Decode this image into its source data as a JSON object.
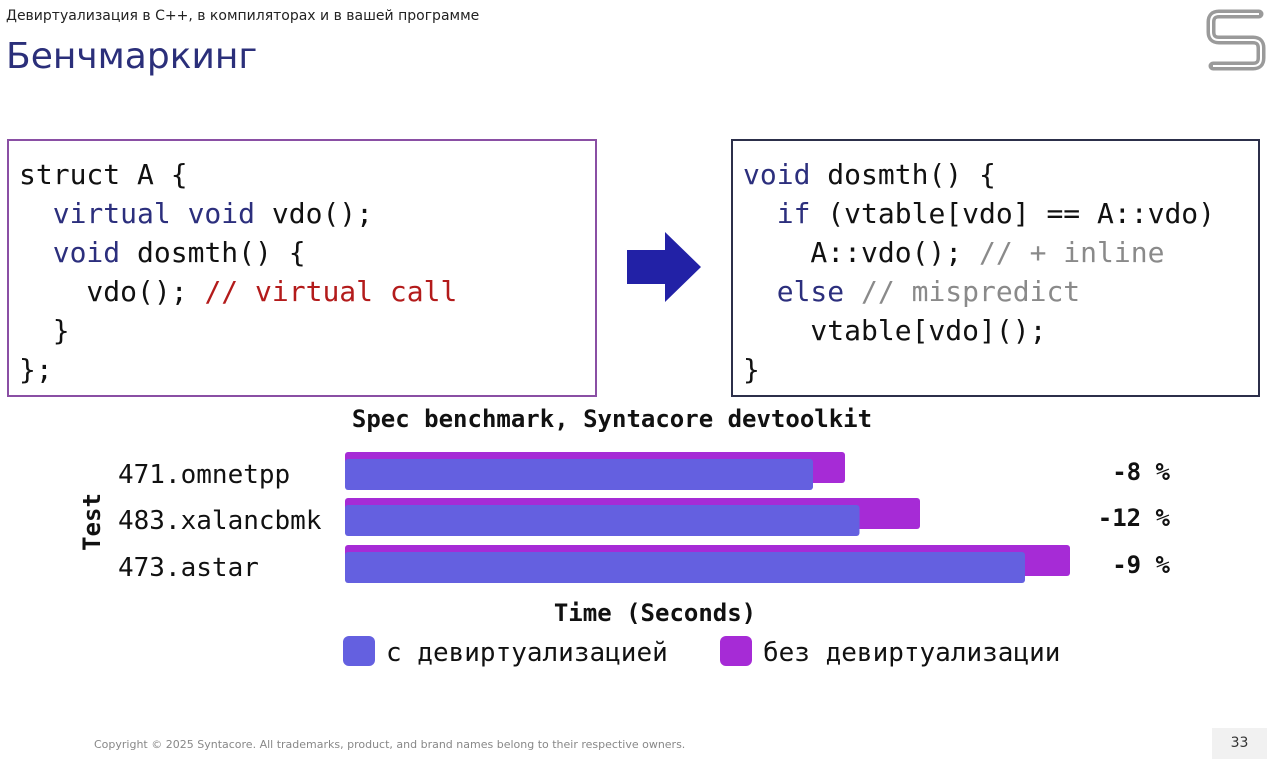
{
  "header": {
    "subtitle": "Девиртуализация в C++, в компиляторах и в вашей программе",
    "title": "Бенчмаркинг"
  },
  "code_left": [
    [
      {
        "t": "struct A {",
        "c": "plain"
      }
    ],
    [
      {
        "t": "  ",
        "c": "plain"
      },
      {
        "t": "virtual void",
        "c": "kw"
      },
      {
        "t": " vdo();",
        "c": "plain"
      }
    ],
    [
      {
        "t": "  ",
        "c": "plain"
      },
      {
        "t": "void",
        "c": "kw"
      },
      {
        "t": " dosmth() {",
        "c": "plain"
      }
    ],
    [
      {
        "t": "    vdo(); ",
        "c": "plain"
      },
      {
        "t": "// virtual call",
        "c": "cm-red"
      }
    ],
    [
      {
        "t": "  }",
        "c": "plain"
      }
    ],
    [
      {
        "t": "};",
        "c": "plain"
      }
    ]
  ],
  "code_right": [
    [
      {
        "t": "void",
        "c": "kw"
      },
      {
        "t": " dosmth() {",
        "c": "plain"
      }
    ],
    [
      {
        "t": "  ",
        "c": "plain"
      },
      {
        "t": "if",
        "c": "kw"
      },
      {
        "t": " (vtable[vdo] == A::vdo)",
        "c": "plain"
      }
    ],
    [
      {
        "t": "    A::vdo(); ",
        "c": "plain"
      },
      {
        "t": "// + inline",
        "c": "cm-gray"
      }
    ],
    [
      {
        "t": "  ",
        "c": "plain"
      },
      {
        "t": "else",
        "c": "kw"
      },
      {
        "t": " ",
        "c": "plain"
      },
      {
        "t": "// mispredict",
        "c": "cm-gray"
      }
    ],
    [
      {
        "t": "    vtable[vdo]();",
        "c": "plain"
      }
    ],
    [
      {
        "t": "}",
        "c": "plain"
      }
    ]
  ],
  "chart_data": {
    "type": "bar",
    "orientation": "horizontal",
    "title": "Spec benchmark, Syntacore devtoolkit",
    "xlabel": "Time (Seconds)",
    "ylabel": "Test",
    "categories": [
      "471.omnetpp",
      "483.xalancbmk",
      "473.astar"
    ],
    "series": [
      {
        "name": "без девиртуализации",
        "color": "#a62bd6",
        "values": [
          100,
          115,
          145
        ]
      },
      {
        "name": "с девиртуализацией",
        "color": "#6460e0",
        "values": [
          93.6,
          102.9,
          136
        ]
      }
    ],
    "annotations": [
      "-8 %",
      "-12 %",
      "-9 %"
    ],
    "xlim": [
      0,
      145
    ],
    "grid": false,
    "legend": "bottom"
  },
  "footer": {
    "copyright": "Copyright © 2025 Syntacore. All trademarks, product, and brand names belong to their respective owners.",
    "page": "33"
  }
}
